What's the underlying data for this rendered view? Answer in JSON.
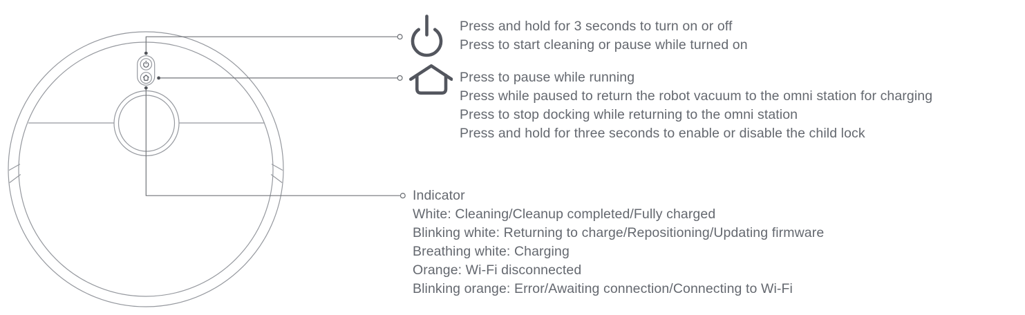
{
  "colors": {
    "text": "#64686f",
    "icon": "#53565e",
    "figure_outline": "#95989e",
    "callout_line": "#717479",
    "callout_dot": "#515459"
  },
  "figure": {
    "name": "robot-vacuum-top-view",
    "icons": [
      "power-icon",
      "home-icon"
    ]
  },
  "callouts": [
    {
      "icon": "power-icon",
      "lines": [
        "Press and hold for 3 seconds to turn on or off",
        "Press to start cleaning or pause while turned on"
      ]
    },
    {
      "icon": "home-icon",
      "lines": [
        "Press to pause while running",
        "Press while paused to return the robot vacuum to the omni station for charging",
        "Press to stop docking while returning to the omni station",
        "Press and hold for three seconds to enable or disable the child lock"
      ]
    },
    {
      "title": "Indicator",
      "lines": [
        "White: Cleaning/Cleanup completed/Fully charged",
        "Blinking white: Returning to charge/Repositioning/Updating firmware",
        "Breathing white: Charging",
        "Orange: Wi-Fi disconnected",
        "Blinking orange: Error/Awaiting connection/Connecting to Wi-Fi"
      ]
    }
  ]
}
